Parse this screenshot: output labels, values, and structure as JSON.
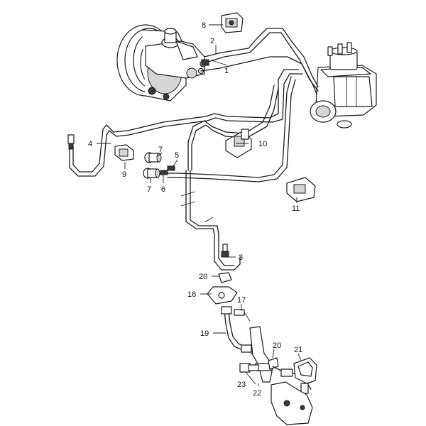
{
  "callouts": {
    "c1": "1",
    "c2": "2",
    "c3": "3",
    "c4": "4",
    "c5": "5",
    "c6": "6",
    "c7a": "7",
    "c7b": "7",
    "c8": "8",
    "c9": "9",
    "c10": "10",
    "c11": "11",
    "c16": "16",
    "c17": "17",
    "c19": "19",
    "c20a": "20",
    "c20b": "20",
    "c21": "21",
    "c22": "22",
    "c23": "23"
  }
}
